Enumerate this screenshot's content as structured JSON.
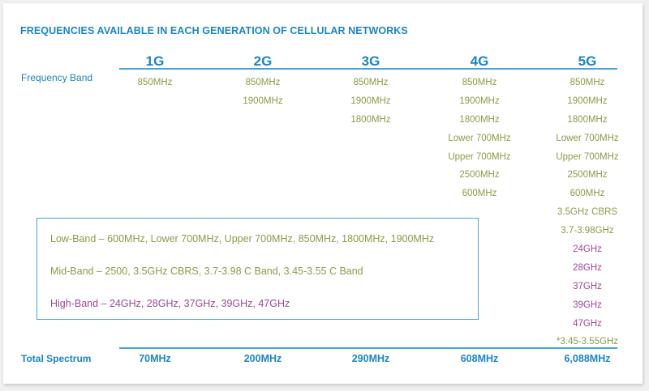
{
  "title": "FREQUENCIES AVAILABLE IN EACH GENERATION OF CELLULAR NETWORKS",
  "row_label": "Frequency Band",
  "total_label": "Total Spectrum",
  "colors": {
    "accent": "#1a86c4",
    "low_mid_band": "#8e9a48",
    "high_band": "#a0479a"
  },
  "generations": [
    {
      "label": "1G",
      "frequencies": [
        {
          "text": "850MHz",
          "band": "low"
        }
      ],
      "total": "70MHz"
    },
    {
      "label": "2G",
      "frequencies": [
        {
          "text": "850MHz",
          "band": "low"
        },
        {
          "text": "1900MHz",
          "band": "low"
        }
      ],
      "total": "200MHz"
    },
    {
      "label": "3G",
      "frequencies": [
        {
          "text": "850MHz",
          "band": "low"
        },
        {
          "text": "1900MHz",
          "band": "low"
        },
        {
          "text": "1800MHz",
          "band": "low"
        }
      ],
      "total": "290MHz"
    },
    {
      "label": "4G",
      "frequencies": [
        {
          "text": "850MHz",
          "band": "low"
        },
        {
          "text": "1900MHz",
          "band": "low"
        },
        {
          "text": "1800MHz",
          "band": "low"
        },
        {
          "text": "Lower 700MHz",
          "band": "low"
        },
        {
          "text": "Upper 700MHz",
          "band": "low"
        },
        {
          "text": "2500MHz",
          "band": "mid"
        },
        {
          "text": "600MHz",
          "band": "low"
        }
      ],
      "total": "608MHz"
    },
    {
      "label": "5G",
      "frequencies": [
        {
          "text": "850MHz",
          "band": "low"
        },
        {
          "text": "1900MHz",
          "band": "low"
        },
        {
          "text": "1800MHz",
          "band": "low"
        },
        {
          "text": "Lower 700MHz",
          "band": "low"
        },
        {
          "text": "Upper 700MHz",
          "band": "low"
        },
        {
          "text": "2500MHz",
          "band": "mid"
        },
        {
          "text": "600MHz",
          "band": "low"
        },
        {
          "text": "3.5GHz CBRS",
          "band": "mid"
        },
        {
          "text": "3.7-3.98GHz",
          "band": "mid"
        },
        {
          "text": "24GHz",
          "band": "high"
        },
        {
          "text": "28GHz",
          "band": "high"
        },
        {
          "text": "37GHz",
          "band": "high"
        },
        {
          "text": "39GHz",
          "band": "high"
        },
        {
          "text": "47GHz",
          "band": "high"
        },
        {
          "text": "*3.45-3.55GHz",
          "band": "mid"
        }
      ],
      "total": "6,088MHz"
    }
  ],
  "legend": {
    "low": "Low-Band – 600MHz, Lower 700MHz, Upper 700MHz, 850MHz, 1800MHz, 1900MHz",
    "mid": "Mid-Band – 2500, 3.5GHz CBRS, 3.7-3.98 C Band, 3.45-3.55 C Band",
    "high": "High-Band – 24GHz, 28GHz, 37GHz, 39GHz, 47GHz"
  }
}
